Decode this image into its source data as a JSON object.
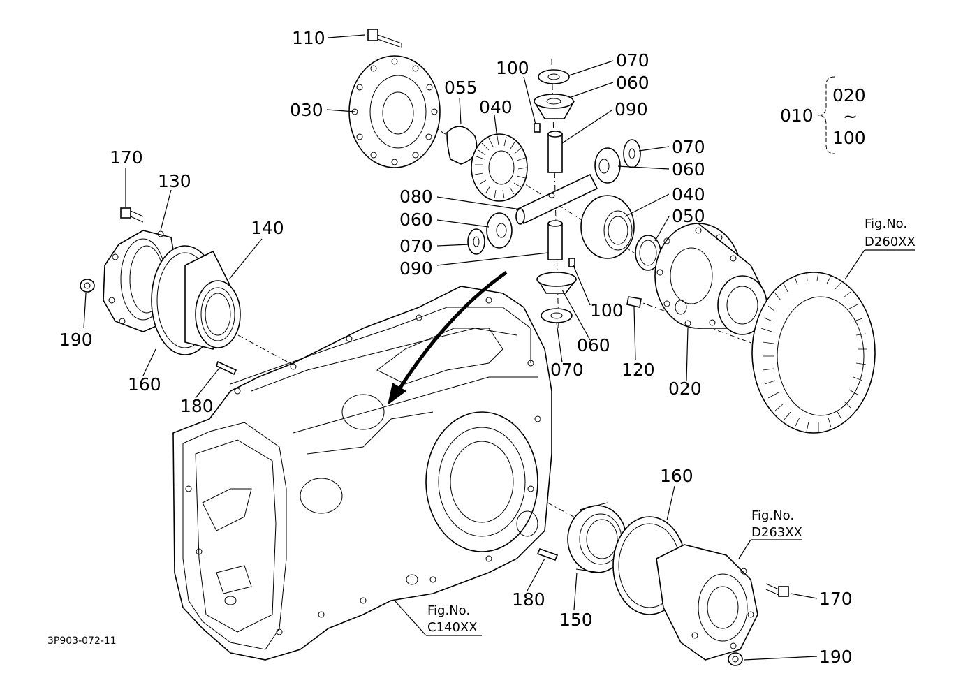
{
  "parts": [
    {
      "id": "p110",
      "number": "110"
    },
    {
      "id": "p030",
      "number": "030"
    },
    {
      "id": "p055",
      "number": "055"
    },
    {
      "id": "p040a",
      "number": "040"
    },
    {
      "id": "p100a",
      "number": "100"
    },
    {
      "id": "p070a",
      "number": "070"
    },
    {
      "id": "p060a",
      "number": "060"
    },
    {
      "id": "p090a",
      "number": "090"
    },
    {
      "id": "p070b",
      "number": "070"
    },
    {
      "id": "p060b",
      "number": "060"
    },
    {
      "id": "p040b",
      "number": "040"
    },
    {
      "id": "p050",
      "number": "050"
    },
    {
      "id": "p080",
      "number": "080"
    },
    {
      "id": "p060c",
      "number": "060"
    },
    {
      "id": "p070c",
      "number": "070"
    },
    {
      "id": "p090b",
      "number": "090"
    },
    {
      "id": "p100b",
      "number": "100"
    },
    {
      "id": "p060d",
      "number": "060"
    },
    {
      "id": "p070d",
      "number": "070"
    },
    {
      "id": "p120",
      "number": "120"
    },
    {
      "id": "p020",
      "number": "020"
    },
    {
      "id": "p170a",
      "number": "170"
    },
    {
      "id": "p130",
      "number": "130"
    },
    {
      "id": "p140",
      "number": "140"
    },
    {
      "id": "p190a",
      "number": "190"
    },
    {
      "id": "p160a",
      "number": "160"
    },
    {
      "id": "p180a",
      "number": "180"
    },
    {
      "id": "p160b",
      "number": "160"
    },
    {
      "id": "p180b",
      "number": "180"
    },
    {
      "id": "p150",
      "number": "150"
    },
    {
      "id": "p170b",
      "number": "170"
    },
    {
      "id": "p190b",
      "number": "190"
    }
  ],
  "assembly_bracket": {
    "parent": "010",
    "from": "020",
    "tilde": "~",
    "to": "100"
  },
  "figure_refs": [
    {
      "id": "ref-d260",
      "prefix": "Fig.No.",
      "code": "D260XX"
    },
    {
      "id": "ref-d263",
      "prefix": "Fig.No.",
      "code": "D263XX"
    },
    {
      "id": "ref-c140",
      "prefix": "Fig.No.",
      "code": "C140XX"
    }
  ],
  "drawing_id": "3P903-072-11"
}
